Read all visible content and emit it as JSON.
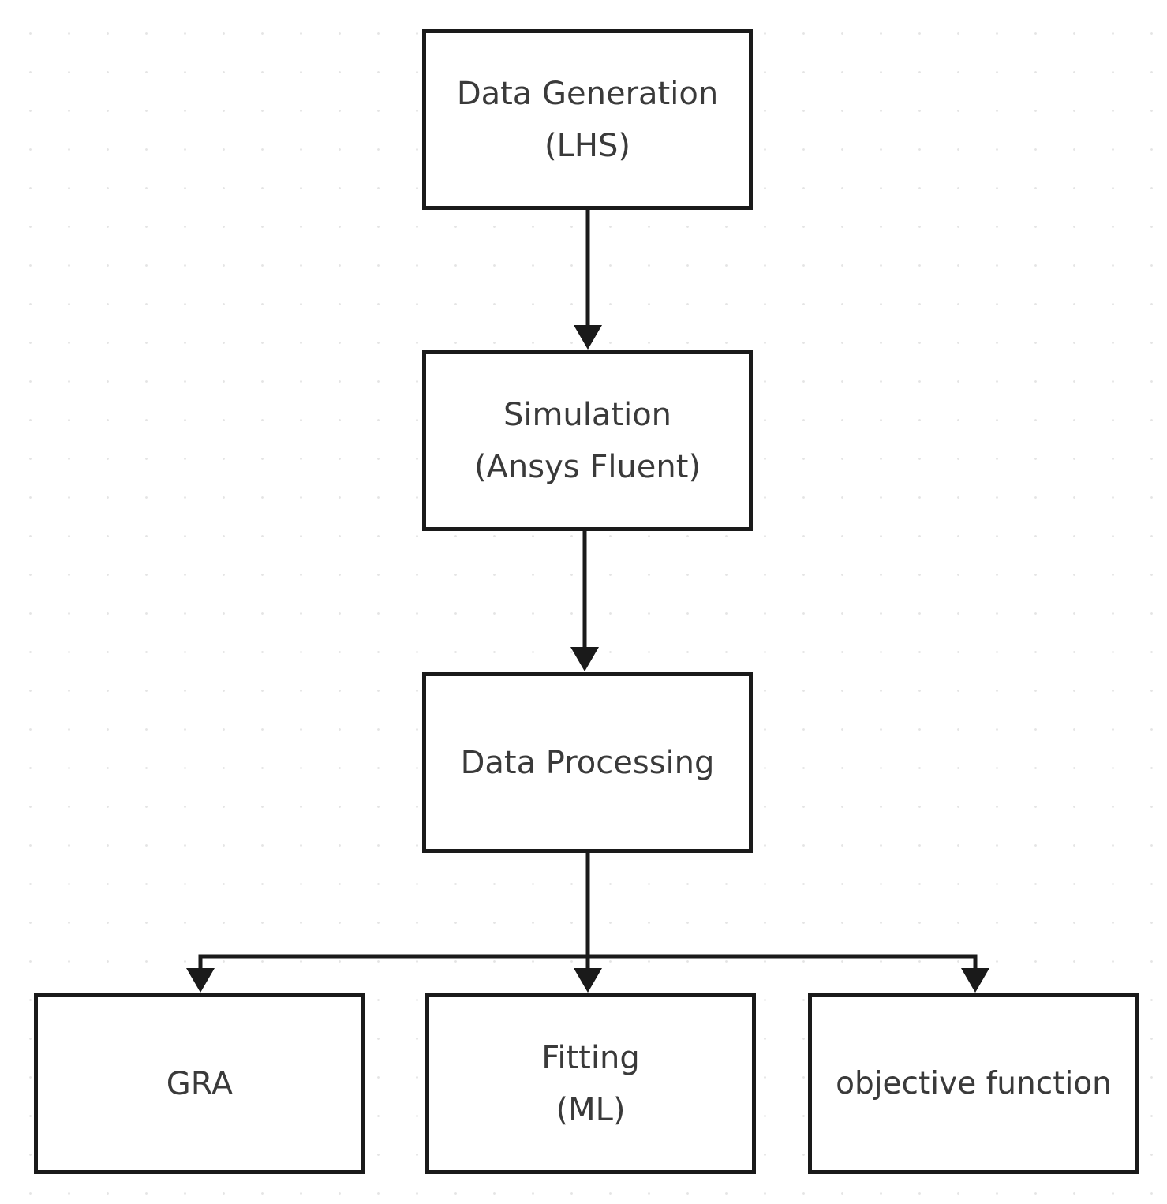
{
  "flowchart": {
    "nodes": {
      "data_generation": {
        "line1": "Data Generation",
        "line2": "(LHS)"
      },
      "simulation": {
        "line1": "Simulation",
        "line2": "(Ansys Fluent)"
      },
      "data_processing": {
        "line1": "Data Processing"
      },
      "gra": {
        "line1": "GRA"
      },
      "fitting": {
        "line1": "Fitting",
        "line2": "(ML)"
      },
      "objective_function": {
        "line1": "objective function"
      }
    },
    "edges": [
      {
        "from": "data_generation",
        "to": "simulation"
      },
      {
        "from": "simulation",
        "to": "data_processing"
      },
      {
        "from": "data_processing",
        "to": "gra"
      },
      {
        "from": "data_processing",
        "to": "fitting"
      },
      {
        "from": "data_processing",
        "to": "objective_function"
      }
    ],
    "colors": {
      "line": "#1a1a1a",
      "text": "#3a3a3a",
      "background": "#ffffff"
    }
  }
}
